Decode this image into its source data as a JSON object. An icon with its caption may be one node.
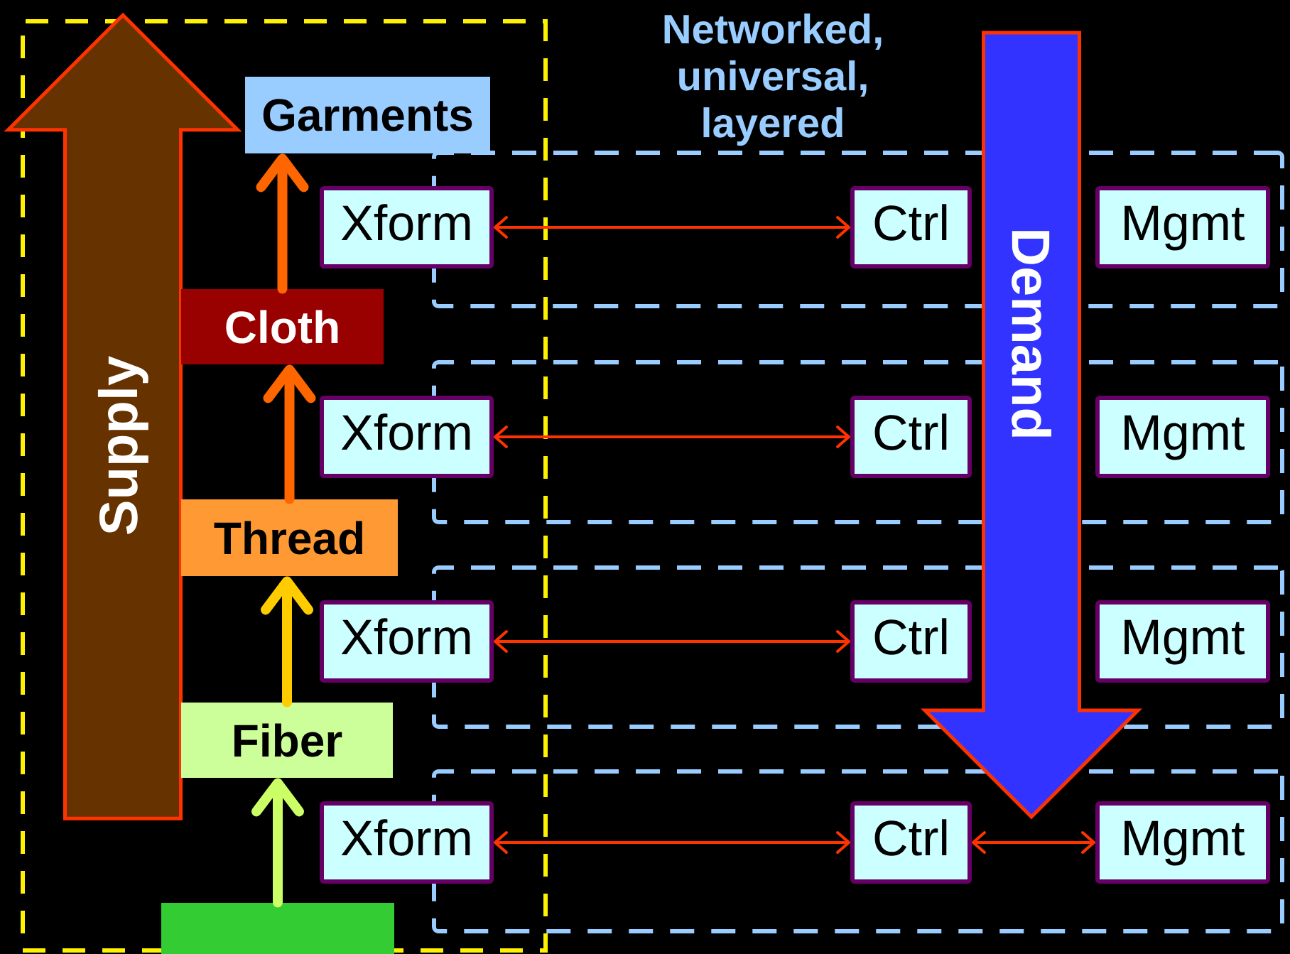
{
  "diagram": {
    "title": "Networked, universal, layered",
    "nodes": [
      {
        "text": [],
        "shape": "box"
      },
      {
        "text": [
          "Supply"
        ],
        "in": 0
      },
      {
        "text": [
          "Garments"
        ],
        "in": 0
      },
      {
        "text": [
          "Cloth"
        ],
        "in": 0
      },
      {
        "text": [
          "Thread"
        ],
        "in": 0
      },
      {
        "text": [
          "Fiber"
        ],
        "in": 0
      },
      {
        "text": [],
        "shape": "box",
        "in": 0
      },
      {
        "text": [],
        "shape": "box"
      },
      {
        "text": [],
        "shape": "box"
      },
      {
        "text": [],
        "shape": "box"
      },
      {
        "text": [],
        "shape": "box"
      },
      {
        "text": [
          "Xform"
        ],
        "in": 0
      },
      {
        "text": [
          "Ctrl"
        ],
        "in": 7
      },
      {
        "text": [
          "Mgmt"
        ],
        "in": 7
      },
      {
        "text": [
          "Xform"
        ],
        "in": 0
      },
      {
        "text": [
          "Ctrl"
        ],
        "in": 8
      },
      {
        "text": [
          "Mgmt"
        ],
        "in": 8
      },
      {
        "text": [
          "Xform"
        ],
        "in": 0
      },
      {
        "text": [
          "Ctrl"
        ],
        "in": 9
      },
      {
        "text": [
          "Mgmt"
        ],
        "in": 9
      },
      {
        "text": [
          "Xform"
        ],
        "in": 0
      },
      {
        "text": [
          "Ctrl"
        ],
        "in": 10
      },
      {
        "text": [
          "Mgmt"
        ],
        "in": 10
      },
      {
        "text": [
          "Demand"
        ]
      }
    ],
    "edges": [
      {
        "from": 6,
        "to": 5,
        "arrow": "to",
        "style": "thick",
        "color": "#ccff66"
      },
      {
        "from": 5,
        "to": 4,
        "arrow": "to",
        "style": "thick",
        "color": "#ffcc00"
      },
      {
        "from": 4,
        "to": 3,
        "arrow": "to",
        "style": "thick",
        "color": "#ff6600"
      },
      {
        "from": 3,
        "to": 2,
        "arrow": "to",
        "style": "thick",
        "color": "#ff6600"
      },
      {
        "from": 11,
        "to": 12,
        "arrow": "both"
      },
      {
        "from": 14,
        "to": 15,
        "arrow": "both"
      },
      {
        "from": 17,
        "to": 18,
        "arrow": "both"
      },
      {
        "from": 20,
        "to": 21,
        "arrow": "both"
      },
      {
        "from": 21,
        "to": 22,
        "arrow": "both"
      }
    ]
  }
}
